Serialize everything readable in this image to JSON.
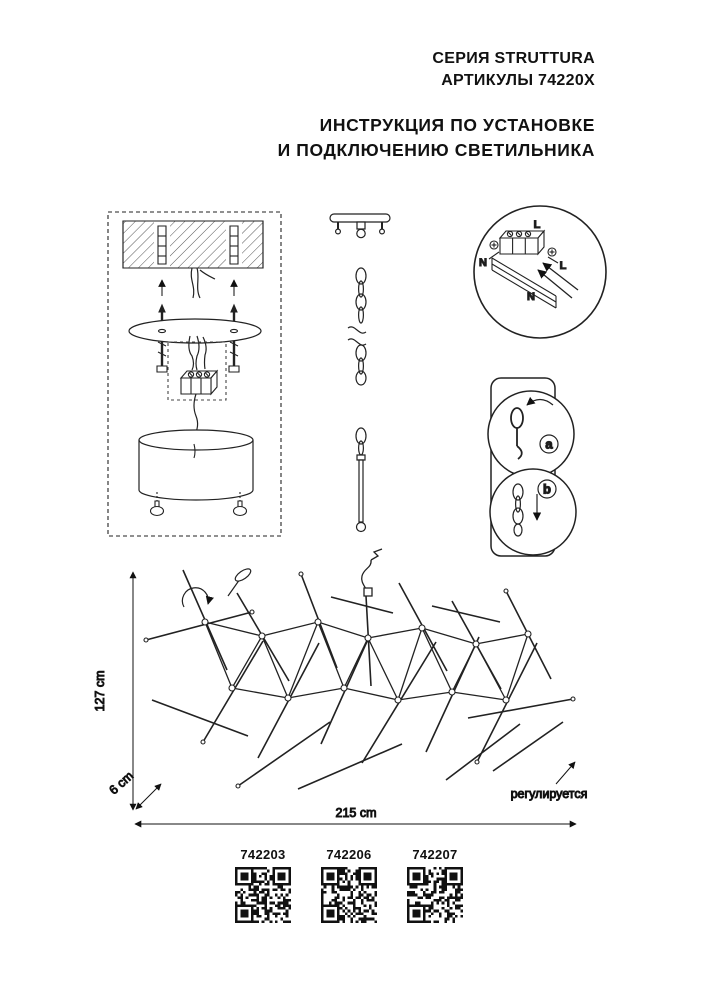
{
  "header": {
    "series_line1": "СЕРИЯ STRUTTURA",
    "series_line2": "АРТИКУЛЫ 74220X",
    "title_line1": "ИНСТРУКЦИЯ ПО УСТАНОВКЕ",
    "title_line2": "И ПОДКЛЮЧЕНИЮ СВЕТИЛЬНИКА"
  },
  "wiring_callout": {
    "label_l_top": "L",
    "label_n_left": "N",
    "label_l_right": "L",
    "label_n_bottom": "N"
  },
  "options_callout": {
    "option_a": "a",
    "option_b": "b"
  },
  "dimensions": {
    "height": "127 cm",
    "depth": "6 cm",
    "width": "215 cm",
    "adjustable_note": "регулируется"
  },
  "articles": [
    {
      "code": "742203"
    },
    {
      "code": "742206"
    },
    {
      "code": "742207"
    }
  ]
}
